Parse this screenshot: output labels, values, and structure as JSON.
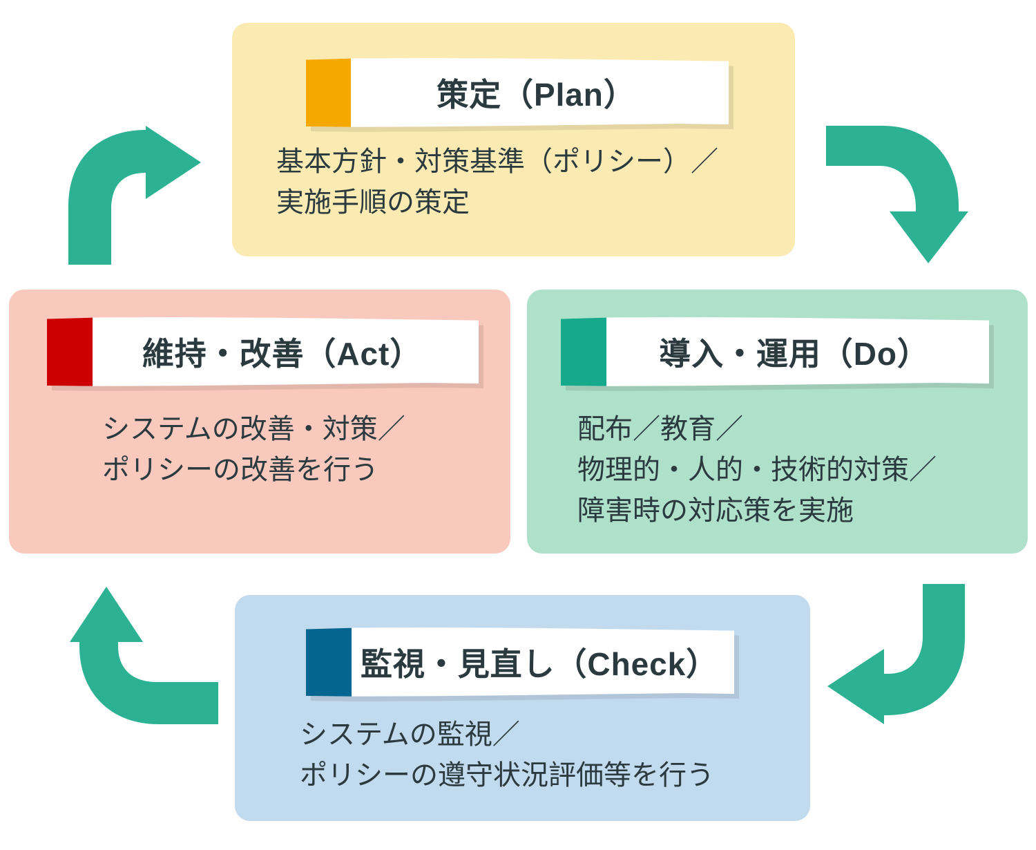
{
  "diagram": {
    "type": "pdca-cycle",
    "accent_colors": {
      "plan": "#F5A800",
      "act": "#CC0000",
      "do": "#17A98C",
      "check": "#046590",
      "arrow": "#2CB293",
      "text": "#2B3A3F"
    },
    "panel_colors": {
      "plan": "#FBEBB3",
      "act": "#FAC9BE",
      "do": "#AFE0C9",
      "check": "#C2DAEE"
    }
  },
  "panels": {
    "plan": {
      "title": "策定（Plan）",
      "body": "基本方針・対策基準（ポリシー）／\n実施手順の策定"
    },
    "act": {
      "title": "維持・改善（Act）",
      "body": "システムの改善・対策／\nポリシーの改善を行う"
    },
    "do": {
      "title": "導入・運用（Do）",
      "body": "配布／教育／\n物理的・人的・技術的対策／\n障害時の対応策を実施"
    },
    "check": {
      "title": "監視・見直し（Check）",
      "body": "システムの監視／\nポリシーの遵守状況評価等を行う"
    }
  },
  "arrows": [
    {
      "id": "act-to-plan",
      "icon": "curved-arrow-up-right-icon",
      "from": "act",
      "to": "plan"
    },
    {
      "id": "plan-to-do",
      "icon": "curved-arrow-right-down-icon",
      "from": "plan",
      "to": "do"
    },
    {
      "id": "do-to-check",
      "icon": "curved-arrow-down-left-icon",
      "from": "do",
      "to": "check"
    },
    {
      "id": "check-to-act",
      "icon": "curved-arrow-left-up-icon",
      "from": "check",
      "to": "act"
    }
  ]
}
